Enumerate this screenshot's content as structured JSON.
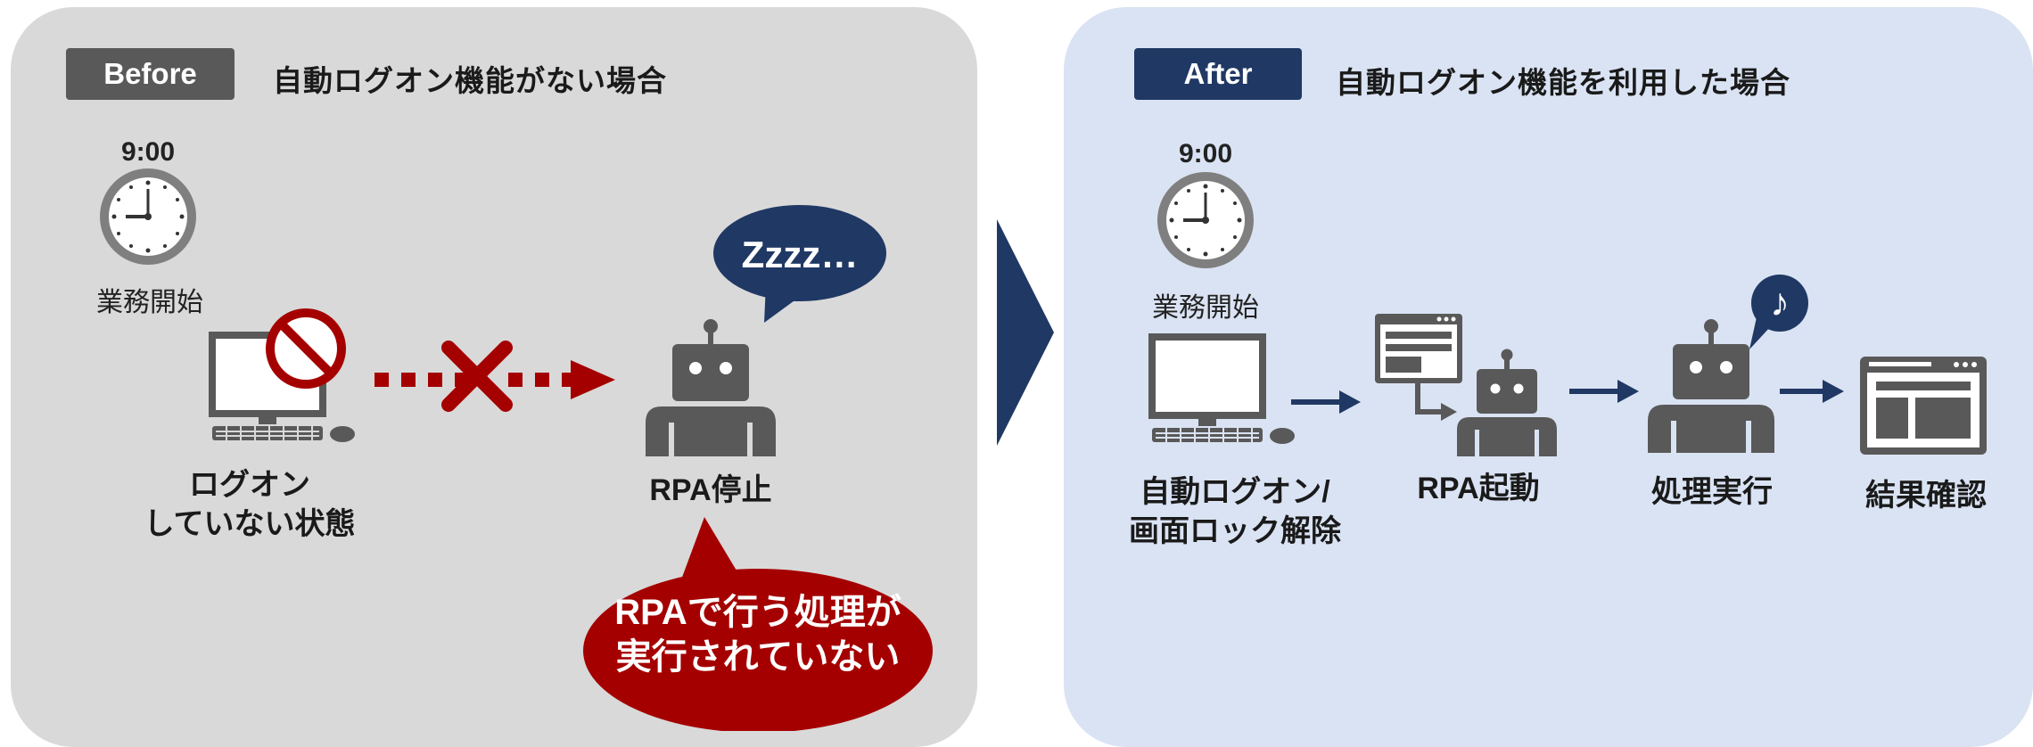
{
  "before": {
    "tag": "Before",
    "title": "自動ログオン機能がない場合",
    "time": "9:00",
    "time_caption": "業務開始",
    "pc_label_line1": "ログオン",
    "pc_label_line2": "していない状態",
    "robot_label": "RPA停止",
    "sleep_text": "Zzzz…",
    "warning_line1": "RPAで行う処理が",
    "warning_line2": "実行されていない"
  },
  "after": {
    "tag": "After",
    "title": "自動ログオン機能を利用した場合",
    "time": "9:00",
    "time_caption": "業務開始",
    "step1_line1": "自動ログオン/",
    "step1_line2": "画面ロック解除",
    "step2": "RPA起動",
    "step3": "処理実行",
    "step4": "結果確認",
    "music_note": "♪"
  },
  "colors": {
    "before_bg": "#d9d9d9",
    "after_bg": "#dae3f3",
    "before_tag": "#595959",
    "after_tag": "#203864",
    "icon_gray": "#595959",
    "alert_red": "#a50000",
    "navy": "#203864"
  }
}
